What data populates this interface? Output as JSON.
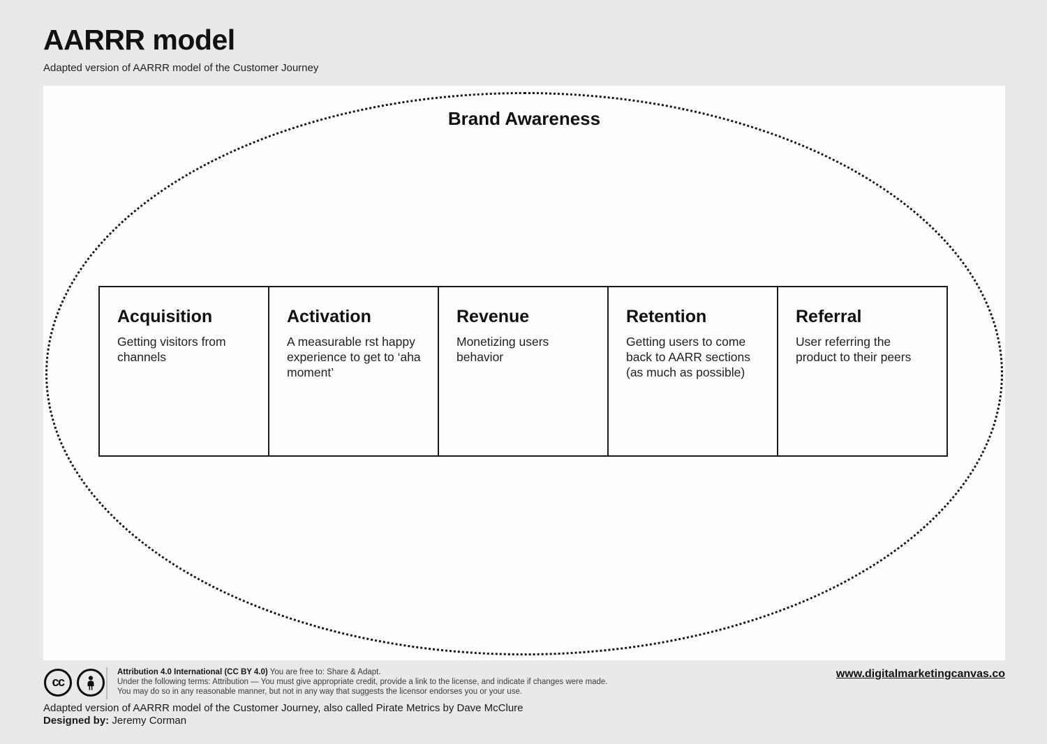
{
  "page": {
    "title": "AARRR model",
    "subtitle": "Adapted version of AARRR model of the Customer Journey"
  },
  "diagram": {
    "ellipse_label": "Brand Awareness",
    "boxes": [
      {
        "title": "Acquisition",
        "description": "Getting visitors from channels"
      },
      {
        "title": "Activation",
        "description": "A measurable rst happy experience to get to ‘aha moment’"
      },
      {
        "title": "Revenue",
        "description": "Monetizing users behavior"
      },
      {
        "title": "Retention",
        "description": "Getting users to come back to AARR sections (as much as possible)"
      },
      {
        "title": "Referral",
        "description": "User referring the product to their peers"
      }
    ]
  },
  "footer": {
    "cc_label": "cc",
    "icons": [
      "cc-icon",
      "attribution-person-icon"
    ],
    "license_bold": "Attribution 4.0 International (CC BY 4.0)",
    "license_line1_rest": "You are free to: Share & Adapt.",
    "license_line2": "Under the following terms: Attribution — You must give appropriate credit, provide a link to the license, and indicate if changes were made.",
    "license_line3": "You may do so in any reasonable manner, but not in any way that suggests the licensor endorses you or your use.",
    "website": "www.digitalmarketingcanvas.co",
    "credit_line": "Adapted version of AARRR model of the Customer Journey, also called Pirate Metrics by Dave McClure",
    "designed_by_label": "Designed by:",
    "designed_by_name": "Jeremy Corman"
  },
  "colors": {
    "background": "#e9e9e9",
    "canvas": "#fdfdfd",
    "line": "#1a1a1a",
    "text": "#1a1a1a"
  }
}
